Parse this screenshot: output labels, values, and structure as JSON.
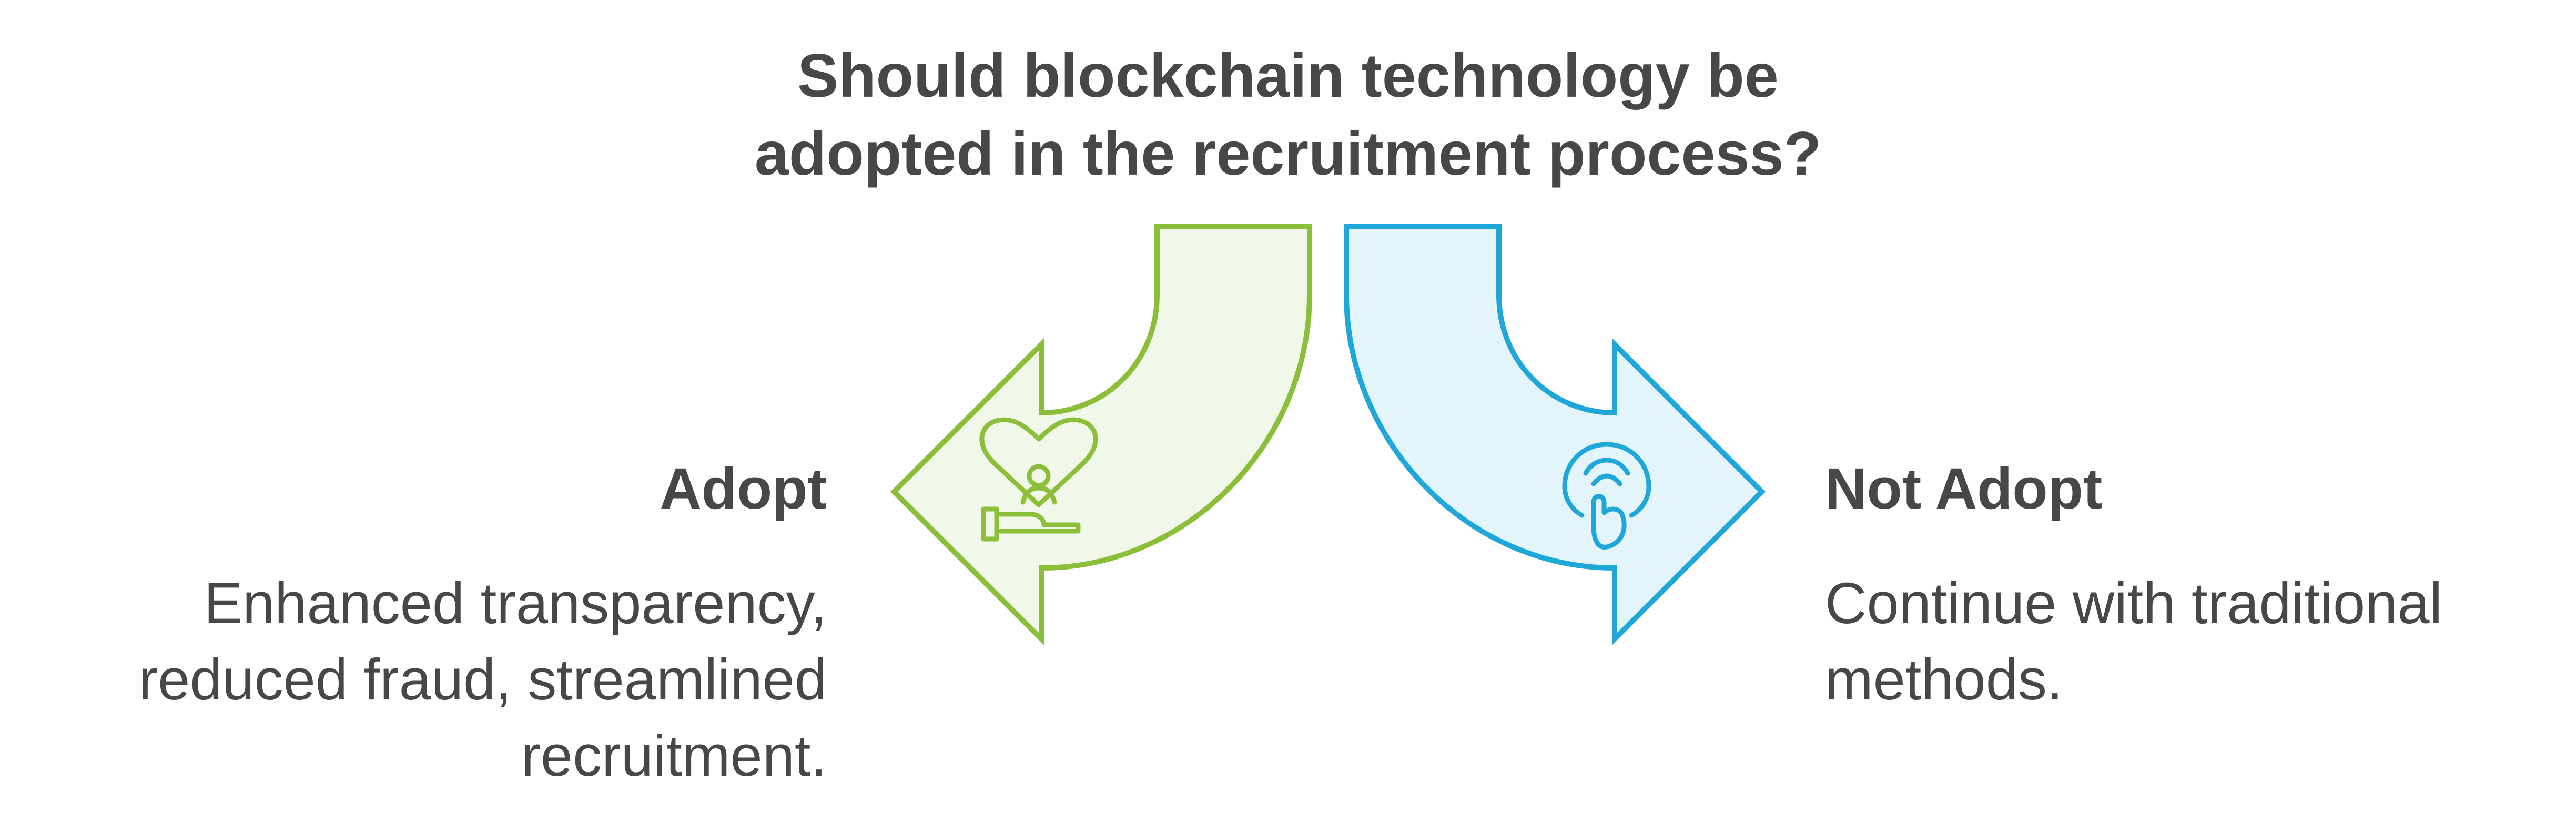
{
  "title": {
    "line1": "Should blockchain technology be",
    "line2": "adopted in the recruitment process?"
  },
  "options": [
    {
      "heading": "Adopt",
      "desc_lines": [
        "Enhanced transparency,",
        "reduced fraud, streamlined",
        "recruitment."
      ],
      "color": "#8BBF3A",
      "fill": "#F2F8E9",
      "icon": "heart-hand-person-icon"
    },
    {
      "heading": "Not Adopt",
      "desc_lines": [
        "Continue with traditional",
        "methods."
      ],
      "color": "#1EA7D8",
      "fill": "#E3F5FB",
      "icon": "fingerprint-hand-icon"
    }
  ]
}
